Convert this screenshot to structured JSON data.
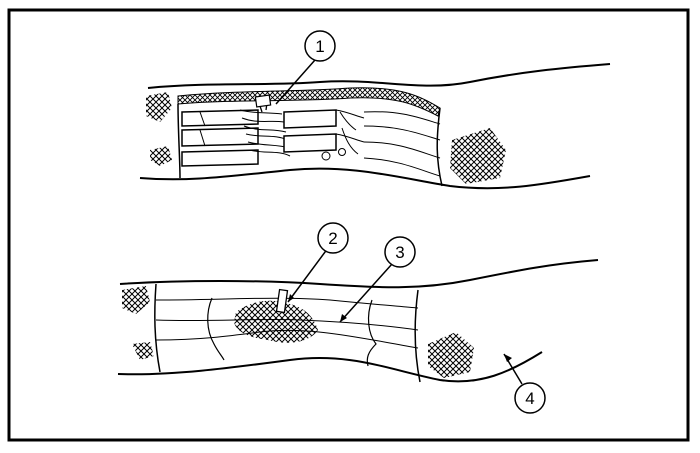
{
  "figure": {
    "upper_panel": {
      "callouts": [
        {
          "label": "1"
        }
      ]
    },
    "lower_panel": {
      "callouts": [
        {
          "label": "2"
        },
        {
          "label": "3"
        },
        {
          "label": "4"
        }
      ]
    }
  },
  "colors": {
    "ink": "#000000",
    "paper": "#ffffff"
  }
}
